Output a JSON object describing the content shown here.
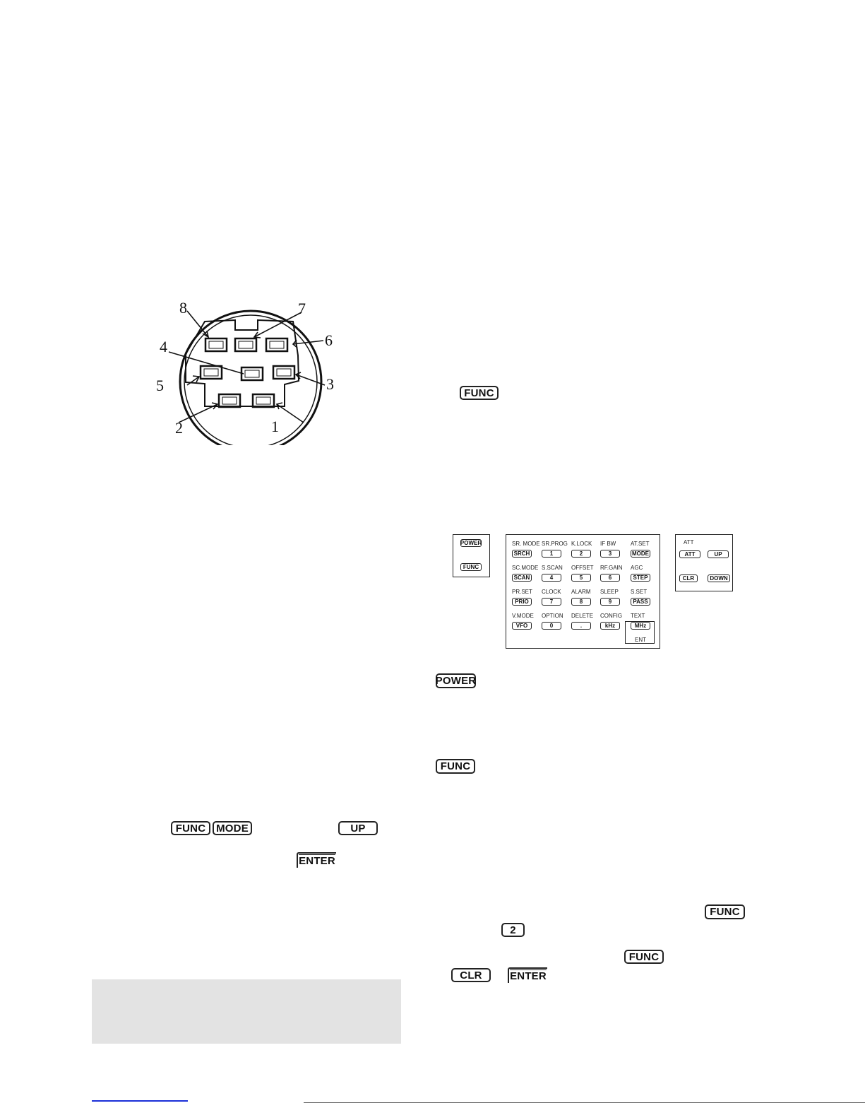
{
  "connector": {
    "pins": [
      "1",
      "2",
      "3",
      "4",
      "5",
      "6",
      "7",
      "8"
    ]
  },
  "keys": {
    "func_top": "FUNC",
    "func_mode_func": "FUNC",
    "mode": "MODE",
    "up": "UP",
    "enter_left": "ENTER",
    "power": "POWER",
    "func_mid": "FUNC",
    "func_right1": "FUNC",
    "two": "2",
    "func_right2": "FUNC",
    "clr": "CLR",
    "enter_right": "ENTER"
  },
  "keypad": {
    "left_panel": {
      "power": "POWER",
      "func": "FUNC"
    },
    "rows": [
      {
        "labels": [
          "SR. MODE",
          "SR.PROG",
          "K.LOCK",
          "IF BW",
          "AT.SET"
        ],
        "keys": [
          "SRCH",
          "1",
          "2",
          "3",
          "MODE"
        ]
      },
      {
        "labels": [
          "SC.MODE",
          "S.SCAN",
          "OFFSET",
          "RF.GAIN",
          "AGC"
        ],
        "keys": [
          "SCAN",
          "4",
          "5",
          "6",
          "STEP"
        ]
      },
      {
        "labels": [
          "PR.SET",
          "CLOCK",
          "ALARM",
          "SLEEP",
          "S.SET"
        ],
        "keys": [
          "PRIO",
          "7",
          "8",
          "9",
          "PASS"
        ]
      },
      {
        "labels": [
          "V.MODE",
          "OPTION",
          "DELETE",
          "CONFIG",
          "TEXT"
        ],
        "keys": [
          "VFO",
          "0",
          ".",
          "kHz",
          "MHz"
        ]
      }
    ],
    "enter_caption": "ENT",
    "right_panel": {
      "att_caption": "ATT",
      "att": "ATT",
      "up": "UP",
      "clr": "CLR",
      "down": "DOWN"
    }
  }
}
